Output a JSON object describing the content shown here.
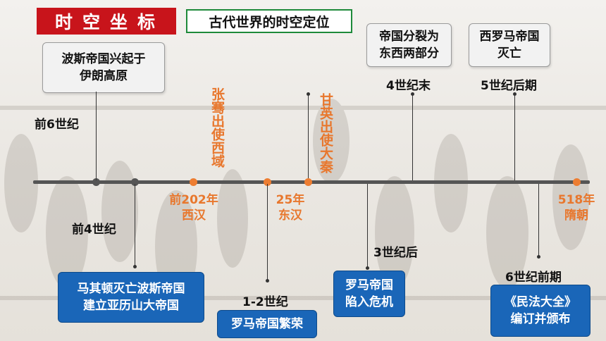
{
  "header": {
    "title": "时空坐标",
    "subtitle": "古代世界的时空定位"
  },
  "above": {
    "persia_event": "波斯帝国兴起于\n伊朗高原",
    "persia_time": "前6世纪",
    "zhang_qian": "张骞出使西域",
    "gan_ying": "甘英出使大秦",
    "split_event": "帝国分裂为\n东西两部分",
    "split_time": "4世纪末",
    "wrome_event": "西罗马帝国\n灭亡",
    "wrome_time": "5世纪后期"
  },
  "axis_labels": {
    "xihan": "前202年\n西汉",
    "donghan": "25年\n东汉",
    "sui": "518年\n隋朝"
  },
  "below": {
    "macedon_time": "前4世纪",
    "macedon_event": "马其顿灭亡波斯帝国\n建立亚历山大帝国",
    "rome_prosper_time": "1-2世纪",
    "rome_prosper_event": "罗马帝国繁荣",
    "rome_crisis_time": "3世纪后",
    "rome_crisis_event": "罗马帝国\n陷入危机",
    "civil_law_time": "6世纪前期",
    "civil_law_event": "《民法大全》\n编订并颁布"
  },
  "colors": {
    "title_red": "#c8141b",
    "subtitle_border": "#1e8a3a",
    "chinese_orange": "#e8772d",
    "blue_box": "#1a66b8",
    "axis_gray": "#555555"
  }
}
